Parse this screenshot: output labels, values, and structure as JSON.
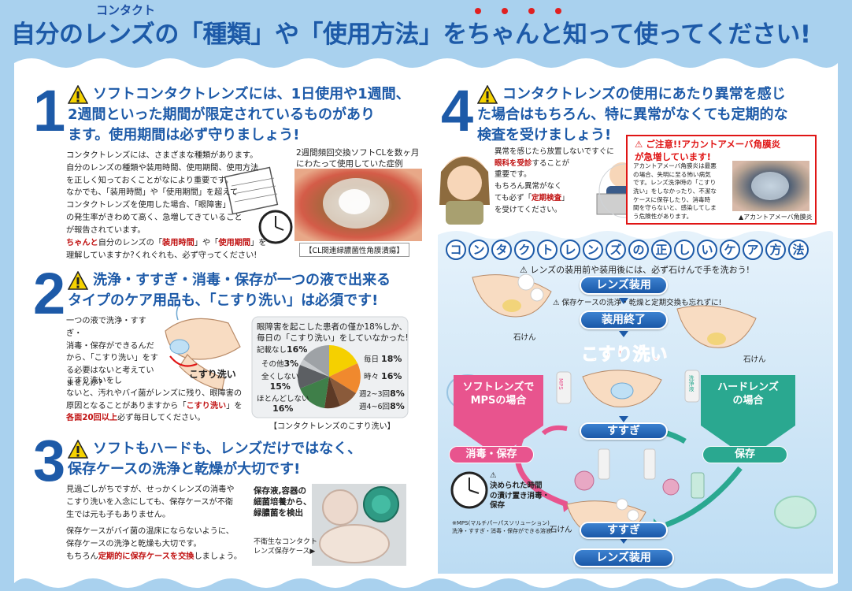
{
  "header": {
    "ruby": "コンタクト",
    "title": "自分のレンズの「種類」や「使用方法」をちゃんと知って使ってください!"
  },
  "sec1": {
    "num": "1",
    "heading_l1": "ソフトコンタクトレンズには、1日使用や1週間、",
    "heading_l2": "2週間といった期間が限定されているものがあり",
    "heading_l3": "ます。使用期間は必ず守りましょう!",
    "body": [
      "コンタクトレンズには、さまざまな種類があります。",
      "自分のレンズの種類や装用時間、使用期間、使用方法",
      "を正しく知っておくことがなにより重要です。",
      "なかでも、「装用時間」や「使用期間」を超えて",
      "コンタクトレンズを使用した場合、「眼障害」",
      "の発生率がきわめて高く、急増してきていること",
      "が報告されています。"
    ],
    "body_l8a": "ちゃんと",
    "body_l8b": "自分のレンズの「",
    "body_l8c": "装用時間",
    "body_l8d": "」や「",
    "body_l8e": "使用期間",
    "body_l8f": "」を",
    "body_l9": "理解していますか?くれぐれも、必ず守ってください!",
    "photo_caption_l1": "2週間頻回交換ソフトCLを数ヶ月",
    "photo_caption_l2": "にわたって使用していた症例",
    "photo_label": "【CL関連緑膿菌性角膜潰瘍】"
  },
  "sec2": {
    "num": "2",
    "heading_l1": "洗浄・すすぎ・消毒・保存が一つの液で出来る",
    "heading_l2": "タイプのケア用品も、「こすり洗い」は必須です!",
    "body1": [
      "一つの液で洗浄・すすぎ・",
      "消毒・保存ができるんだ",
      "から、「こすり洗い」をす",
      "る必要はないと考えてい",
      "ませんか?"
    ],
    "rub_label": "こすり洗い",
    "body2": [
      "こすり洗いをし",
      "ないと、汚れやバイ菌がレンズに残り、眼障害の",
      "原因となることがありますから「"
    ],
    "body2_bold": "こすり洗い",
    "body2_end": "」を",
    "body3_bold": "各面20回以上",
    "body3_end": "必ず毎日してください。",
    "chart_title_l1": "眼障害を起こした患者の僅か18%しか、",
    "chart_title_l2": "毎日の「こすり洗い」をしていなかった!",
    "chart_label": "【コンタクトレンズのこすり洗い】",
    "pie_left": [
      {
        "label": "記載なし",
        "value": "16%"
      },
      {
        "label": "その他",
        "value": "3%"
      },
      {
        "label": "全くしない",
        "value": "15%"
      },
      {
        "label": "ほとんどしない",
        "value": "16%"
      }
    ],
    "pie_right": [
      {
        "label": "毎日",
        "value": "18%"
      },
      {
        "label": "時々",
        "value": "16%"
      },
      {
        "label": "週2~3回",
        "value": "8%"
      },
      {
        "label": "週4~6回",
        "value": "8%"
      }
    ]
  },
  "sec3": {
    "num": "3",
    "heading_l1": "ソフトもハードも、レンズだけではなく、",
    "heading_l2": "保存ケースの洗浄と乾燥が大切です!",
    "body": [
      "見過ごしがちですが、せっかくレンズの消毒や",
      "こすり洗いを入念にしても、保存ケースが不衛",
      "生では元も子もありません。",
      "",
      "保存ケースがバイ菌の温床にならないように、",
      "保存ケースの洗浄と乾燥も大切です。"
    ],
    "body_last_a": "もちろん",
    "body_last_b": "定期的に保存ケースを交換",
    "body_last_c": "しましょう。",
    "photo_note_l1": "保存液,容器の",
    "photo_note_l2": "細菌培養から、",
    "photo_note_l3": "緑膿菌を検出",
    "photo_cap_l1": "不衛生なコンタクト",
    "photo_cap_l2": "レンズ保存ケース▶"
  },
  "sec4": {
    "num": "4",
    "heading_l1": "コンタクトレンズの使用にあたり異常を感じ",
    "heading_l2": "た場合はもちろん、特に異常がなくても定期的な",
    "heading_l3": "検査を受けましょう!",
    "body_a": [
      "異常を感じたら放置しないですぐに"
    ],
    "body_a_bold": "眼科を受診",
    "body_a_end": "することが",
    "body_a_l3": "重要です。",
    "body_b": [
      "もちろん異常がなく",
      "ても必ず「"
    ],
    "body_b_bold": "定期検査",
    "body_b_end": "」",
    "body_b_l3": "を受けてください。",
    "alert_title": "ご注意!!アカントアメーバ角膜炎",
    "alert_title2": "が急増しています!",
    "alert_body": [
      "アカントアメーバ角膜炎は最悪",
      "の場合、失明に至る怖い病気",
      "です。レンズ洗浄時の「こすり",
      "洗い」をしなかったり、不潔な",
      "ケースに保存したり、消毒時",
      "間を守らないと、感染してしま",
      "う危険性があります。"
    ],
    "alert_caption": "▲アカントアメーバ角膜炎"
  },
  "care": {
    "title_chars": [
      "コ",
      "ン",
      "タ",
      "ク",
      "ト",
      "レ",
      "ン",
      "ズ",
      "の",
      "正",
      "し",
      "い",
      "ケ",
      "ア",
      "方",
      "法"
    ],
    "wash_note": "レンズの装用前や装用後には、必ず石けんで手を洗おう!",
    "step_wear": "レンズ装用",
    "case_note": "保存ケースの洗浄・乾燥と定期交換も忘れずに!",
    "step_end": "装用終了",
    "soap1": "石けん",
    "soap2": "石けん",
    "soap3": "石けん",
    "rub": "こすり洗い",
    "soft_l1": "ソフトレンズで",
    "soft_l2": "MPSの場合",
    "hard_l1": "ハードレンズ",
    "hard_l2": "の場合",
    "mps_bottle": "MPS",
    "wash_bottle": "洗浄液",
    "rinse1": "すすぎ",
    "disinfect": "消毒・保存",
    "store": "保存",
    "timer_l1": "決められた時間",
    "timer_l2": "の漬け置き消毒・",
    "timer_l3": "保存",
    "mps_note_l1": "※MPS(マルチパーパスソリューション)",
    "mps_note_l2": "洗浄・すすぎ・消毒・保存ができる溶液",
    "rinse2": "すすぎ",
    "step_wear2": "レンズ装用"
  },
  "colors": {
    "blue": "#1d5aa8",
    "red": "#e01515",
    "pink": "#e8548e",
    "green": "#2aa890",
    "background": "#a9d1ee"
  }
}
